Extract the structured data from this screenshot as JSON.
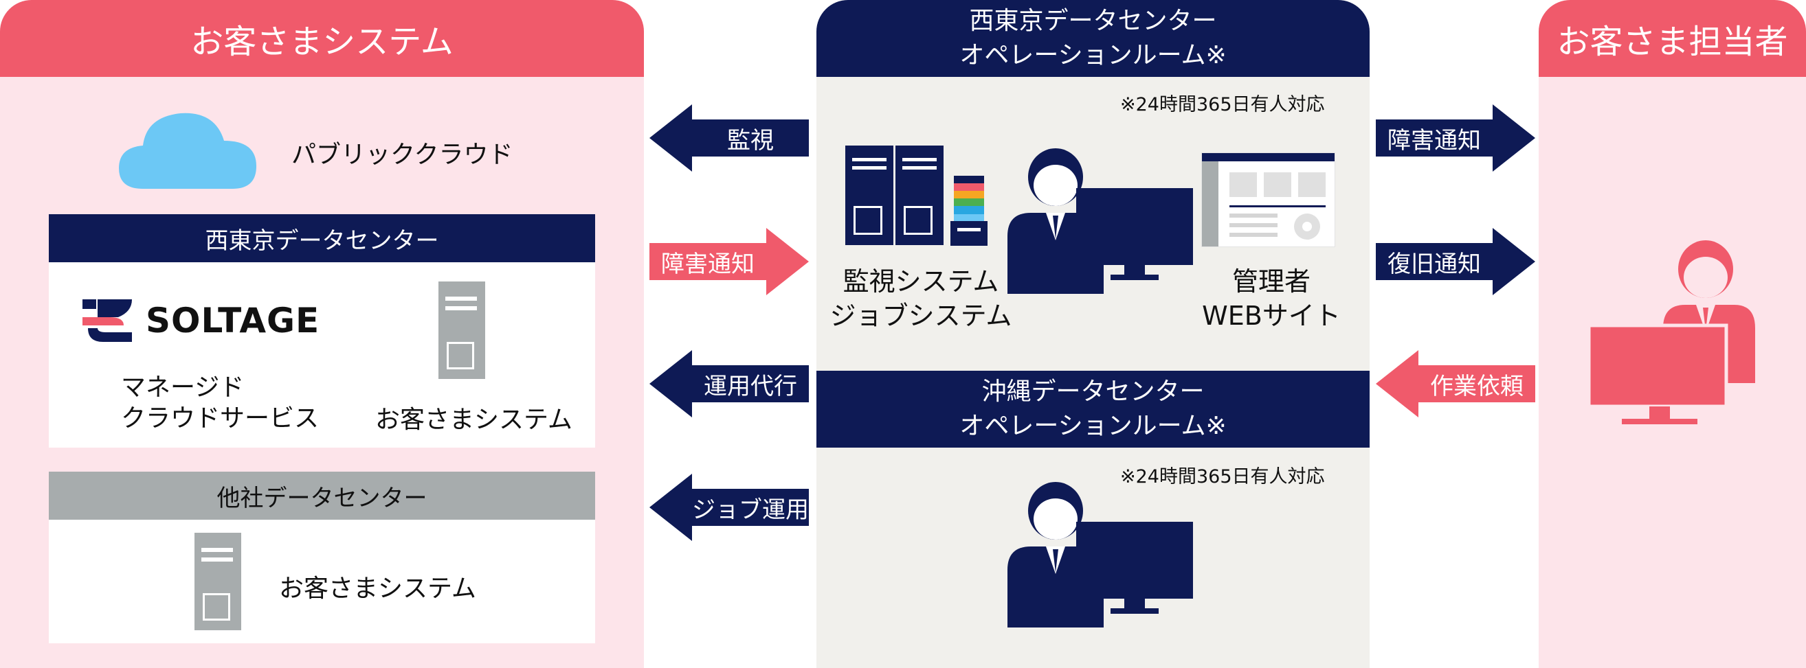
{
  "left": {
    "title": "お客さまシステム",
    "public_cloud": "パブリッククラウド",
    "dc_west_tokyo": {
      "title": "西東京データセンター",
      "brand": "SOLTAGE",
      "managed_line1": "マネージド",
      "managed_line2": "クラウドサービス",
      "customer_system": "お客さまシステム"
    },
    "dc_other": {
      "title": "他社データセンター",
      "customer_system": "お客さまシステム"
    }
  },
  "center": {
    "title_line1": "西東京データセンター",
    "title_line2": "オペレーションルーム※",
    "note": "※24時間365日有人対応",
    "monitor_line1": "監視システム",
    "monitor_line2": "ジョブシステム",
    "admin_line1": "管理者",
    "admin_line2": "WEBサイト",
    "okinawa_line1": "沖縄データセンター",
    "okinawa_line2": "オペレーションルーム※",
    "okinawa_note": "※24時間365日有人対応"
  },
  "right": {
    "title": "お客さま担当者"
  },
  "arrows": {
    "monitor": "監視",
    "fault_in": "障害通知",
    "ops_proxy": "運用代行",
    "job_ops": "ジョブ運用",
    "fault_out": "障害通知",
    "recovery": "復旧通知",
    "work_request": "作業依頼"
  },
  "colors": {
    "navy": "#0e1a55",
    "coral": "#f05a6b",
    "pink_bg": "#fde4ea",
    "gray": "#a7acad",
    "cloud": "#6cc8f5",
    "center_bg": "#f1f0ec"
  }
}
